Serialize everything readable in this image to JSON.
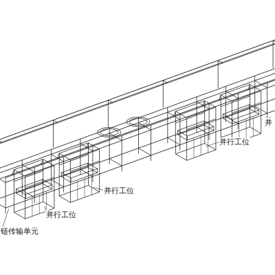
{
  "diagram": {
    "labels": [
      "并",
      "并行工位",
      "并行工位",
      "并行工位",
      "链传输单元"
    ]
  }
}
